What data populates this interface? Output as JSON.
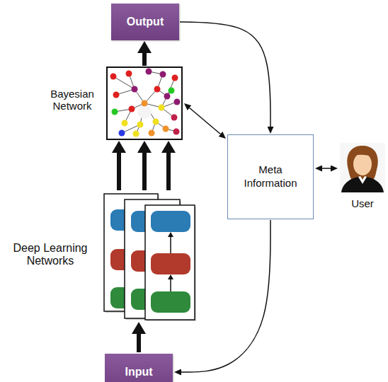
{
  "diagram": {
    "nodes": [
      {
        "text": [
          "Output"
        ]
      },
      {
        "text": [
          "Bayesian Network"
        ]
      },
      {
        "text": [
          "Meta Information"
        ]
      },
      {
        "text": [
          "User"
        ]
      },
      {
        "text": [
          "Deep Learning Networks"
        ]
      },
      {
        "text": [
          "Input"
        ]
      }
    ],
    "edges": [
      {
        "from": 5,
        "to": 4,
        "arrow": "to"
      },
      {
        "from": 4,
        "to": 1,
        "arrow": "to"
      },
      {
        "from": 4,
        "to": 1,
        "arrow": "to"
      },
      {
        "from": 4,
        "to": 1,
        "arrow": "to"
      },
      {
        "from": 1,
        "to": 0,
        "arrow": "to"
      },
      {
        "from": 1,
        "to": 2,
        "arrow": "both"
      },
      {
        "from": 0,
        "to": 2,
        "arrow": "to"
      },
      {
        "from": 2,
        "to": 5,
        "arrow": "to"
      },
      {
        "from": 2,
        "to": 3,
        "arrow": "both"
      }
    ]
  }
}
